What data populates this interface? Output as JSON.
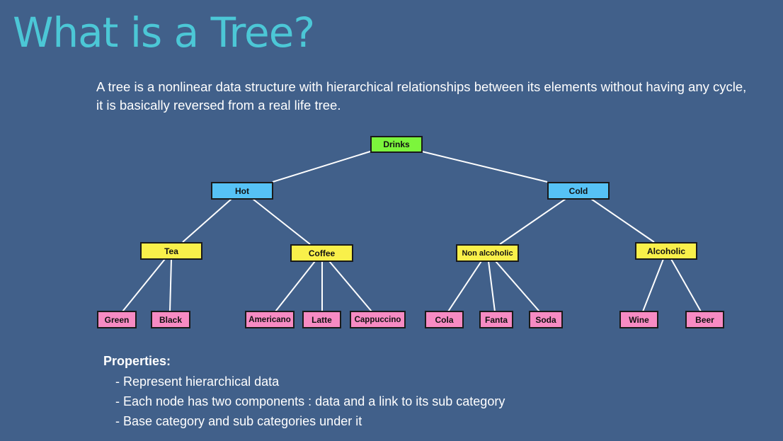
{
  "title": "What is a Tree?",
  "intro": "A tree is a nonlinear data structure with hierarchical relationships between its elements without having any cycle, it is basically reversed from a real life tree.",
  "tree": {
    "root": "Drinks",
    "level1": [
      "Hot",
      "Cold"
    ],
    "level2": [
      "Tea",
      "Coffee",
      "Non alcoholic",
      "Alcoholic"
    ],
    "leaves": [
      "Green",
      "Black",
      "Americano",
      "Latte",
      "Cappuccino",
      "Cola",
      "Fanta",
      "Soda",
      "Wine",
      "Beer"
    ],
    "colors": {
      "root": "#7cf53c",
      "level1": "#56c2f5",
      "level2": "#f9f04a",
      "leaf": "#f78bc3",
      "edge": "#ffffff"
    }
  },
  "properties": {
    "heading": "Properties:",
    "items": [
      "- Represent hierarchical data",
      "- Each node has two components : data and a link to its sub category",
      "- Base category and sub categories under it"
    ]
  }
}
